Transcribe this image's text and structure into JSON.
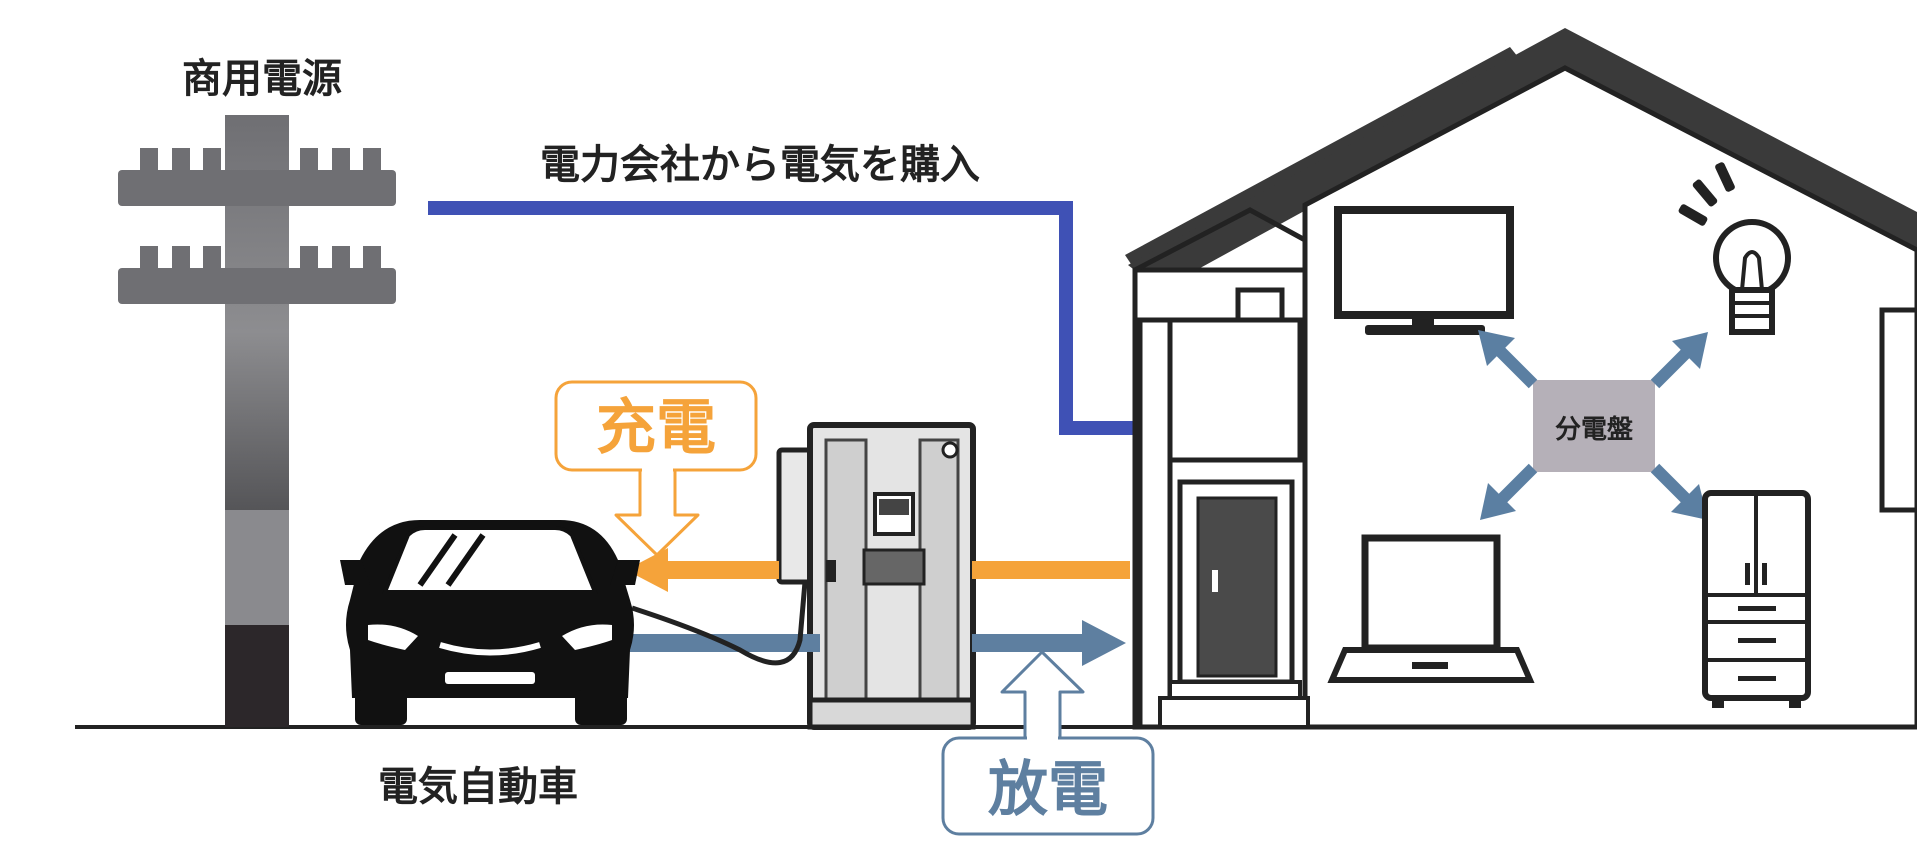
{
  "labels": {
    "power_source": "商用電源",
    "purchase": "電力会社から電気を購入",
    "panel": "分電盤",
    "charge": "充電",
    "discharge": "放電",
    "ev": "電気自動車"
  },
  "colors": {
    "pole": "#6f6f73",
    "pole_base": "#2c272a",
    "grid_line": "#3f51b5",
    "charge": "#f5a33a",
    "discharge": "#5e7fa0",
    "panel_box": "#b5b0b8",
    "panel_arrow": "#5b7fa2",
    "roof": "#3a3a3a",
    "outline": "#222222"
  }
}
